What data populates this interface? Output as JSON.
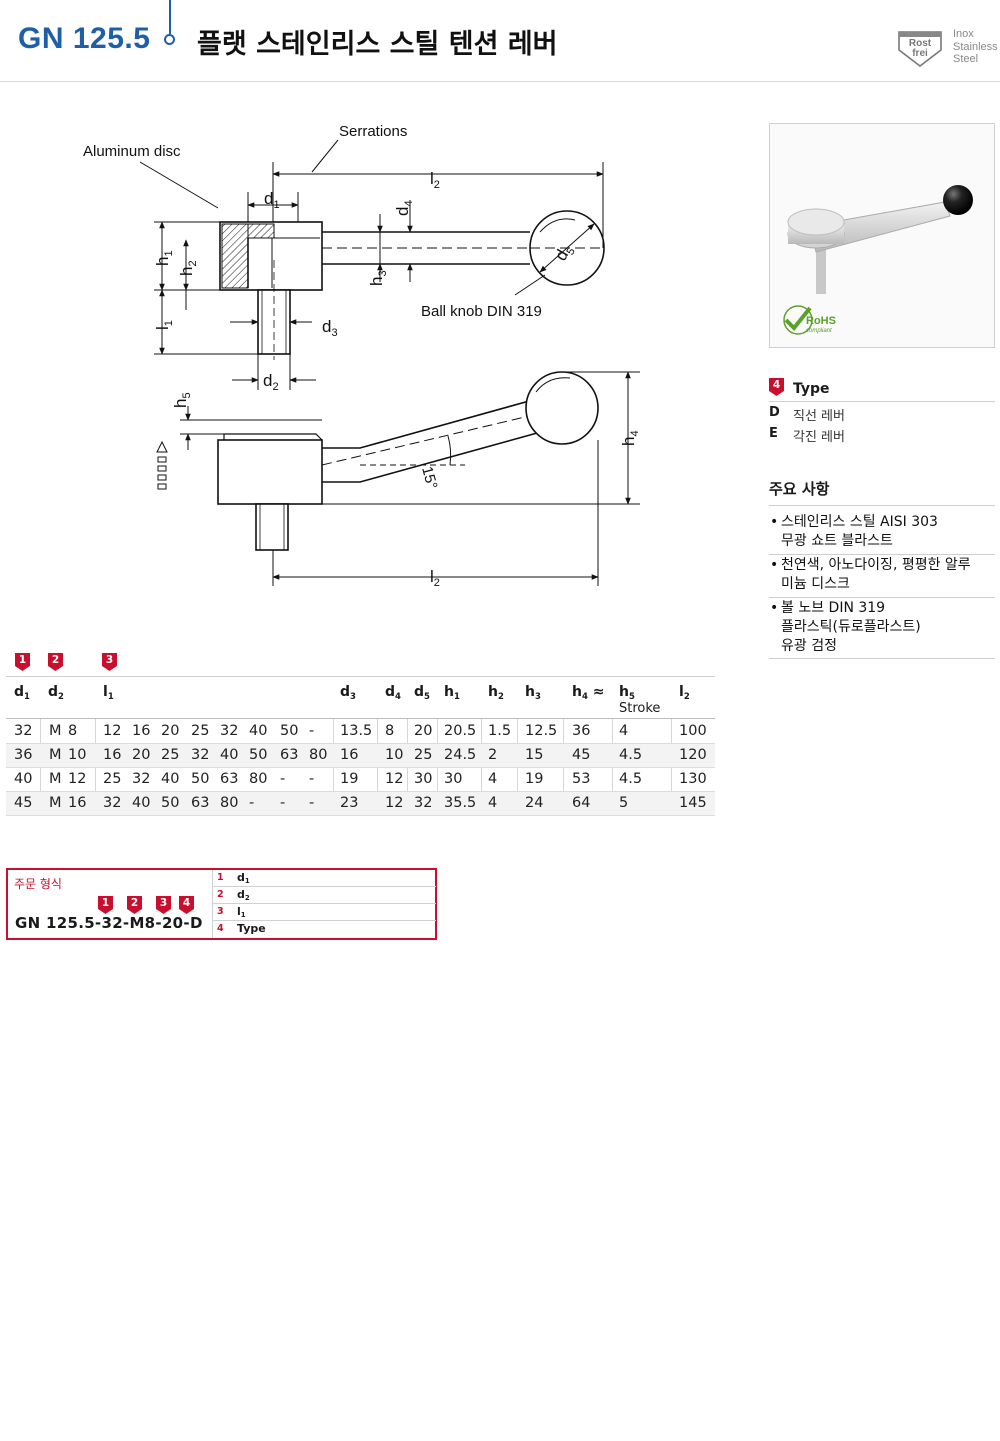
{
  "header": {
    "code": "GN 125.5",
    "title": "플랫 스테인리스 스틸 텐션 레버",
    "logo_text": "Rost frei",
    "material_label": [
      "Inox",
      "Stainless",
      "Steel"
    ]
  },
  "drawing": {
    "labels": {
      "aluminum_disc": "Aluminum disc",
      "serrations": "Serrations",
      "ball_knob": "Ball knob DIN 319",
      "angle": "15°"
    },
    "dims": {
      "d1": "d",
      "d1_sub": "1",
      "d2": "d",
      "d2_sub": "2",
      "d3": "d",
      "d3_sub": "3",
      "d4": "d",
      "d4_sub": "4",
      "d5": "d",
      "d5_sub": "5",
      "h1": "h",
      "h1_sub": "1",
      "h2": "h",
      "h2_sub": "2",
      "h3": "h",
      "h3_sub": "3",
      "h4": "h",
      "h4_sub": "4",
      "h5": "h",
      "h5_sub": "5",
      "l1": "l",
      "l1_sub": "1",
      "l2": "l",
      "l2_sub": "2"
    }
  },
  "type_section": {
    "badge": "4",
    "title": "Type",
    "items": [
      {
        "key": "D",
        "value": "직선 레버"
      },
      {
        "key": "E",
        "value": "각진 레버"
      }
    ]
  },
  "features": {
    "title": "주요 사항",
    "items": [
      {
        "line1": "스테인리스 스틸 AISI 303",
        "line2": "무광 쇼트 블라스트",
        "line3": ""
      },
      {
        "line1": "천연색, 아노다이징, 평평한 알루",
        "line2": "미늄 디스크",
        "line3": ""
      },
      {
        "line1": "볼 노브 DIN 319",
        "line2": "플라스틱(듀로플라스트)",
        "line3": "유광 검정"
      }
    ]
  },
  "table": {
    "badges": [
      "1",
      "2",
      "3"
    ],
    "headers": {
      "d1": "d",
      "d1_sub": "1",
      "d2": "d",
      "d2_sub": "2",
      "l1": "l",
      "l1_sub": "1",
      "d3": "d",
      "d3_sub": "3",
      "d4": "d",
      "d4_sub": "4",
      "d5": "d",
      "d5_sub": "5",
      "h1": "h",
      "h1_sub": "1",
      "h2": "h",
      "h2_sub": "2",
      "h3": "h",
      "h3_sub": "3",
      "h4": "h",
      "h4_sub": "4",
      "h4_suffix": "≈",
      "h5": "h",
      "h5_sub": "5",
      "h5_note": "Stroke",
      "l2": "l",
      "l2_sub": "2"
    },
    "rows": [
      {
        "d1": "32",
        "d2a": "M",
        "d2b": "8",
        "l1": [
          "12",
          "16",
          "20",
          "25",
          "32",
          "40",
          "50",
          "-"
        ],
        "d3": "13.5",
        "d4": "8",
        "d5": "20",
        "h1": "20.5",
        "h2": "1.5",
        "h3": "12.5",
        "h4": "36",
        "h5": "4",
        "l2": "100"
      },
      {
        "d1": "36",
        "d2a": "M",
        "d2b": "10",
        "l1": [
          "16",
          "20",
          "25",
          "32",
          "40",
          "50",
          "63",
          "80"
        ],
        "d3": "16",
        "d4": "10",
        "d5": "25",
        "h1": "24.5",
        "h2": "2",
        "h3": "15",
        "h4": "45",
        "h5": "4.5",
        "l2": "120"
      },
      {
        "d1": "40",
        "d2a": "M",
        "d2b": "12",
        "l1": [
          "25",
          "32",
          "40",
          "50",
          "63",
          "80",
          "-",
          "-"
        ],
        "d3": "19",
        "d4": "12",
        "d5": "30",
        "h1": "30",
        "h2": "4",
        "h3": "19",
        "h4": "53",
        "h5": "4.5",
        "l2": "130"
      },
      {
        "d1": "45",
        "d2a": "M",
        "d2b": "16",
        "l1": [
          "32",
          "40",
          "50",
          "63",
          "80",
          "-",
          "-",
          "-"
        ],
        "d3": "23",
        "d4": "12",
        "d5": "32",
        "h1": "35.5",
        "h2": "4",
        "h3": "24",
        "h4": "64",
        "h5": "5",
        "l2": "145"
      }
    ]
  },
  "order": {
    "label": "주문 형식",
    "code": "GN 125.5-32-M8-20-D",
    "badges": [
      "1",
      "2",
      "3",
      "4"
    ],
    "rows": [
      {
        "num": "1",
        "text": "d",
        "sub": "1"
      },
      {
        "num": "2",
        "text": "d",
        "sub": "2"
      },
      {
        "num": "3",
        "text": "l",
        "sub": "1"
      },
      {
        "num": "4",
        "text": "Type",
        "sub": ""
      }
    ]
  },
  "photo": {
    "badge_text": "RoHS",
    "badge_sub": "compliant"
  },
  "colors": {
    "brand_blue": "#1f5fa8",
    "badge_red": "#c8102e"
  }
}
